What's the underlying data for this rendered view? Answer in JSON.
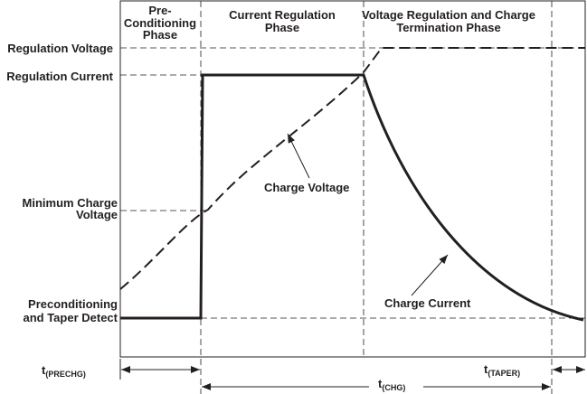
{
  "phases": {
    "pre_line1": "Pre-",
    "pre_line2": "Conditioning",
    "pre_line3": "Phase",
    "current_line1": "Current Regulation",
    "current_line2": "Phase",
    "voltage_line1": "Voltage Regulation and Charge",
    "voltage_line2": "Termination Phase"
  },
  "levels": {
    "regulation_voltage": "Regulation Voltage",
    "regulation_current": "Regulation Current",
    "min_charge_line1": "Minimum Charge",
    "min_charge_line2": "Voltage",
    "precond_line1": "Preconditioning",
    "precond_line2": "and Taper Detect"
  },
  "curves": {
    "charge_voltage": "Charge Voltage",
    "charge_current": "Charge Current"
  },
  "timers": {
    "prechg_main": "t",
    "prechg_sub": "(PRECHG)",
    "chg_main": "t",
    "chg_sub": "(CHG)",
    "taper_main": "t",
    "taper_sub": "(TAPER)"
  },
  "colors": {
    "ink": "#231f20",
    "background": "#ffffff"
  }
}
